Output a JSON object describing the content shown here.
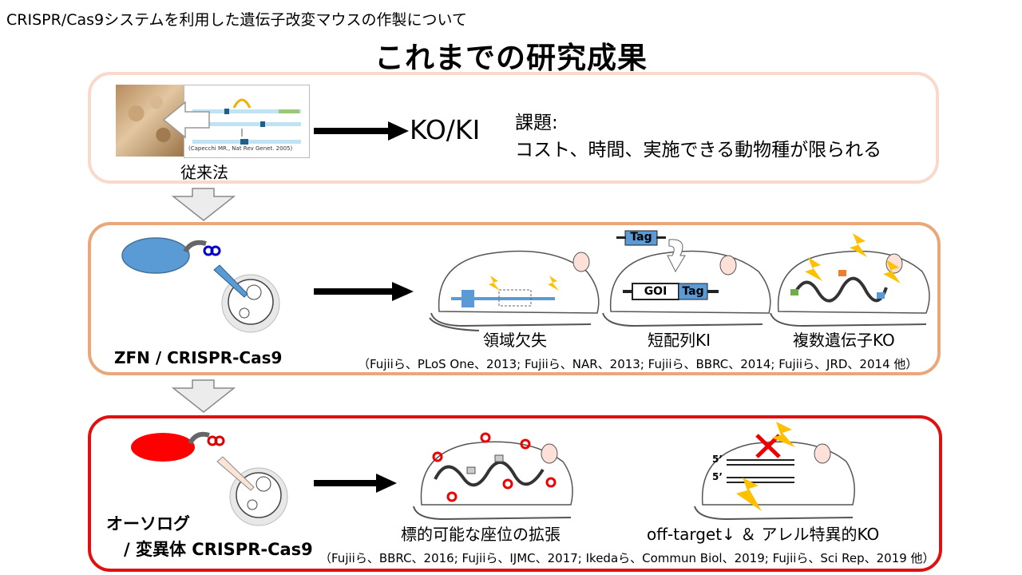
{
  "header": {
    "subtitle": "CRISPR/Cas9システムを利用した遺伝子改変マウスの作製について"
  },
  "title": "これまでの研究成果",
  "panel1": {
    "method_label": "従来法",
    "image_citation": "(Capecchi MR., Nat Rev Genet. 2005)",
    "result": "KO/KI",
    "issue_title": "課題:",
    "issue_body": "コスト、時間、実施できる動物種が限られる"
  },
  "panel2": {
    "method_label": "ZFN /  CRISPR-Cas9",
    "outcomes": [
      "領域欠失",
      "短配列KI",
      "複数遺伝子KO"
    ],
    "tag_label": "Tag",
    "goi_label": "GOI",
    "tag_label2": "Tag",
    "citations": "（Fujiiら、PLoS One、2013; Fujiiら、NAR、2013; Fujiiら、BBRC、2014; Fujiiら、JRD、2014 他）"
  },
  "panel3": {
    "method_label_line1": "オーソログ",
    "method_label_line2": "/ 変異体 CRISPR-Cas9",
    "outcomes": [
      "標的可能な座位の拡張",
      "off-target↓ ＆ アレル特異的KO"
    ],
    "strand_labels": [
      "5’",
      "5’"
    ],
    "citations": "（Fujiiら、BBRC、2016; Fujiiら、IJMC、2017; Ikedaら、Commun Biol、2019; Fujiiら、Sci Rep、2019 他）"
  },
  "colors": {
    "panel1_border": "#f8d9cc",
    "panel2_border": "#eaa77a",
    "panel3_border": "#e01010",
    "cas9_blue": "#5b9bd5",
    "cas9_red": "#ff0000",
    "bolt": "#ffc000"
  }
}
